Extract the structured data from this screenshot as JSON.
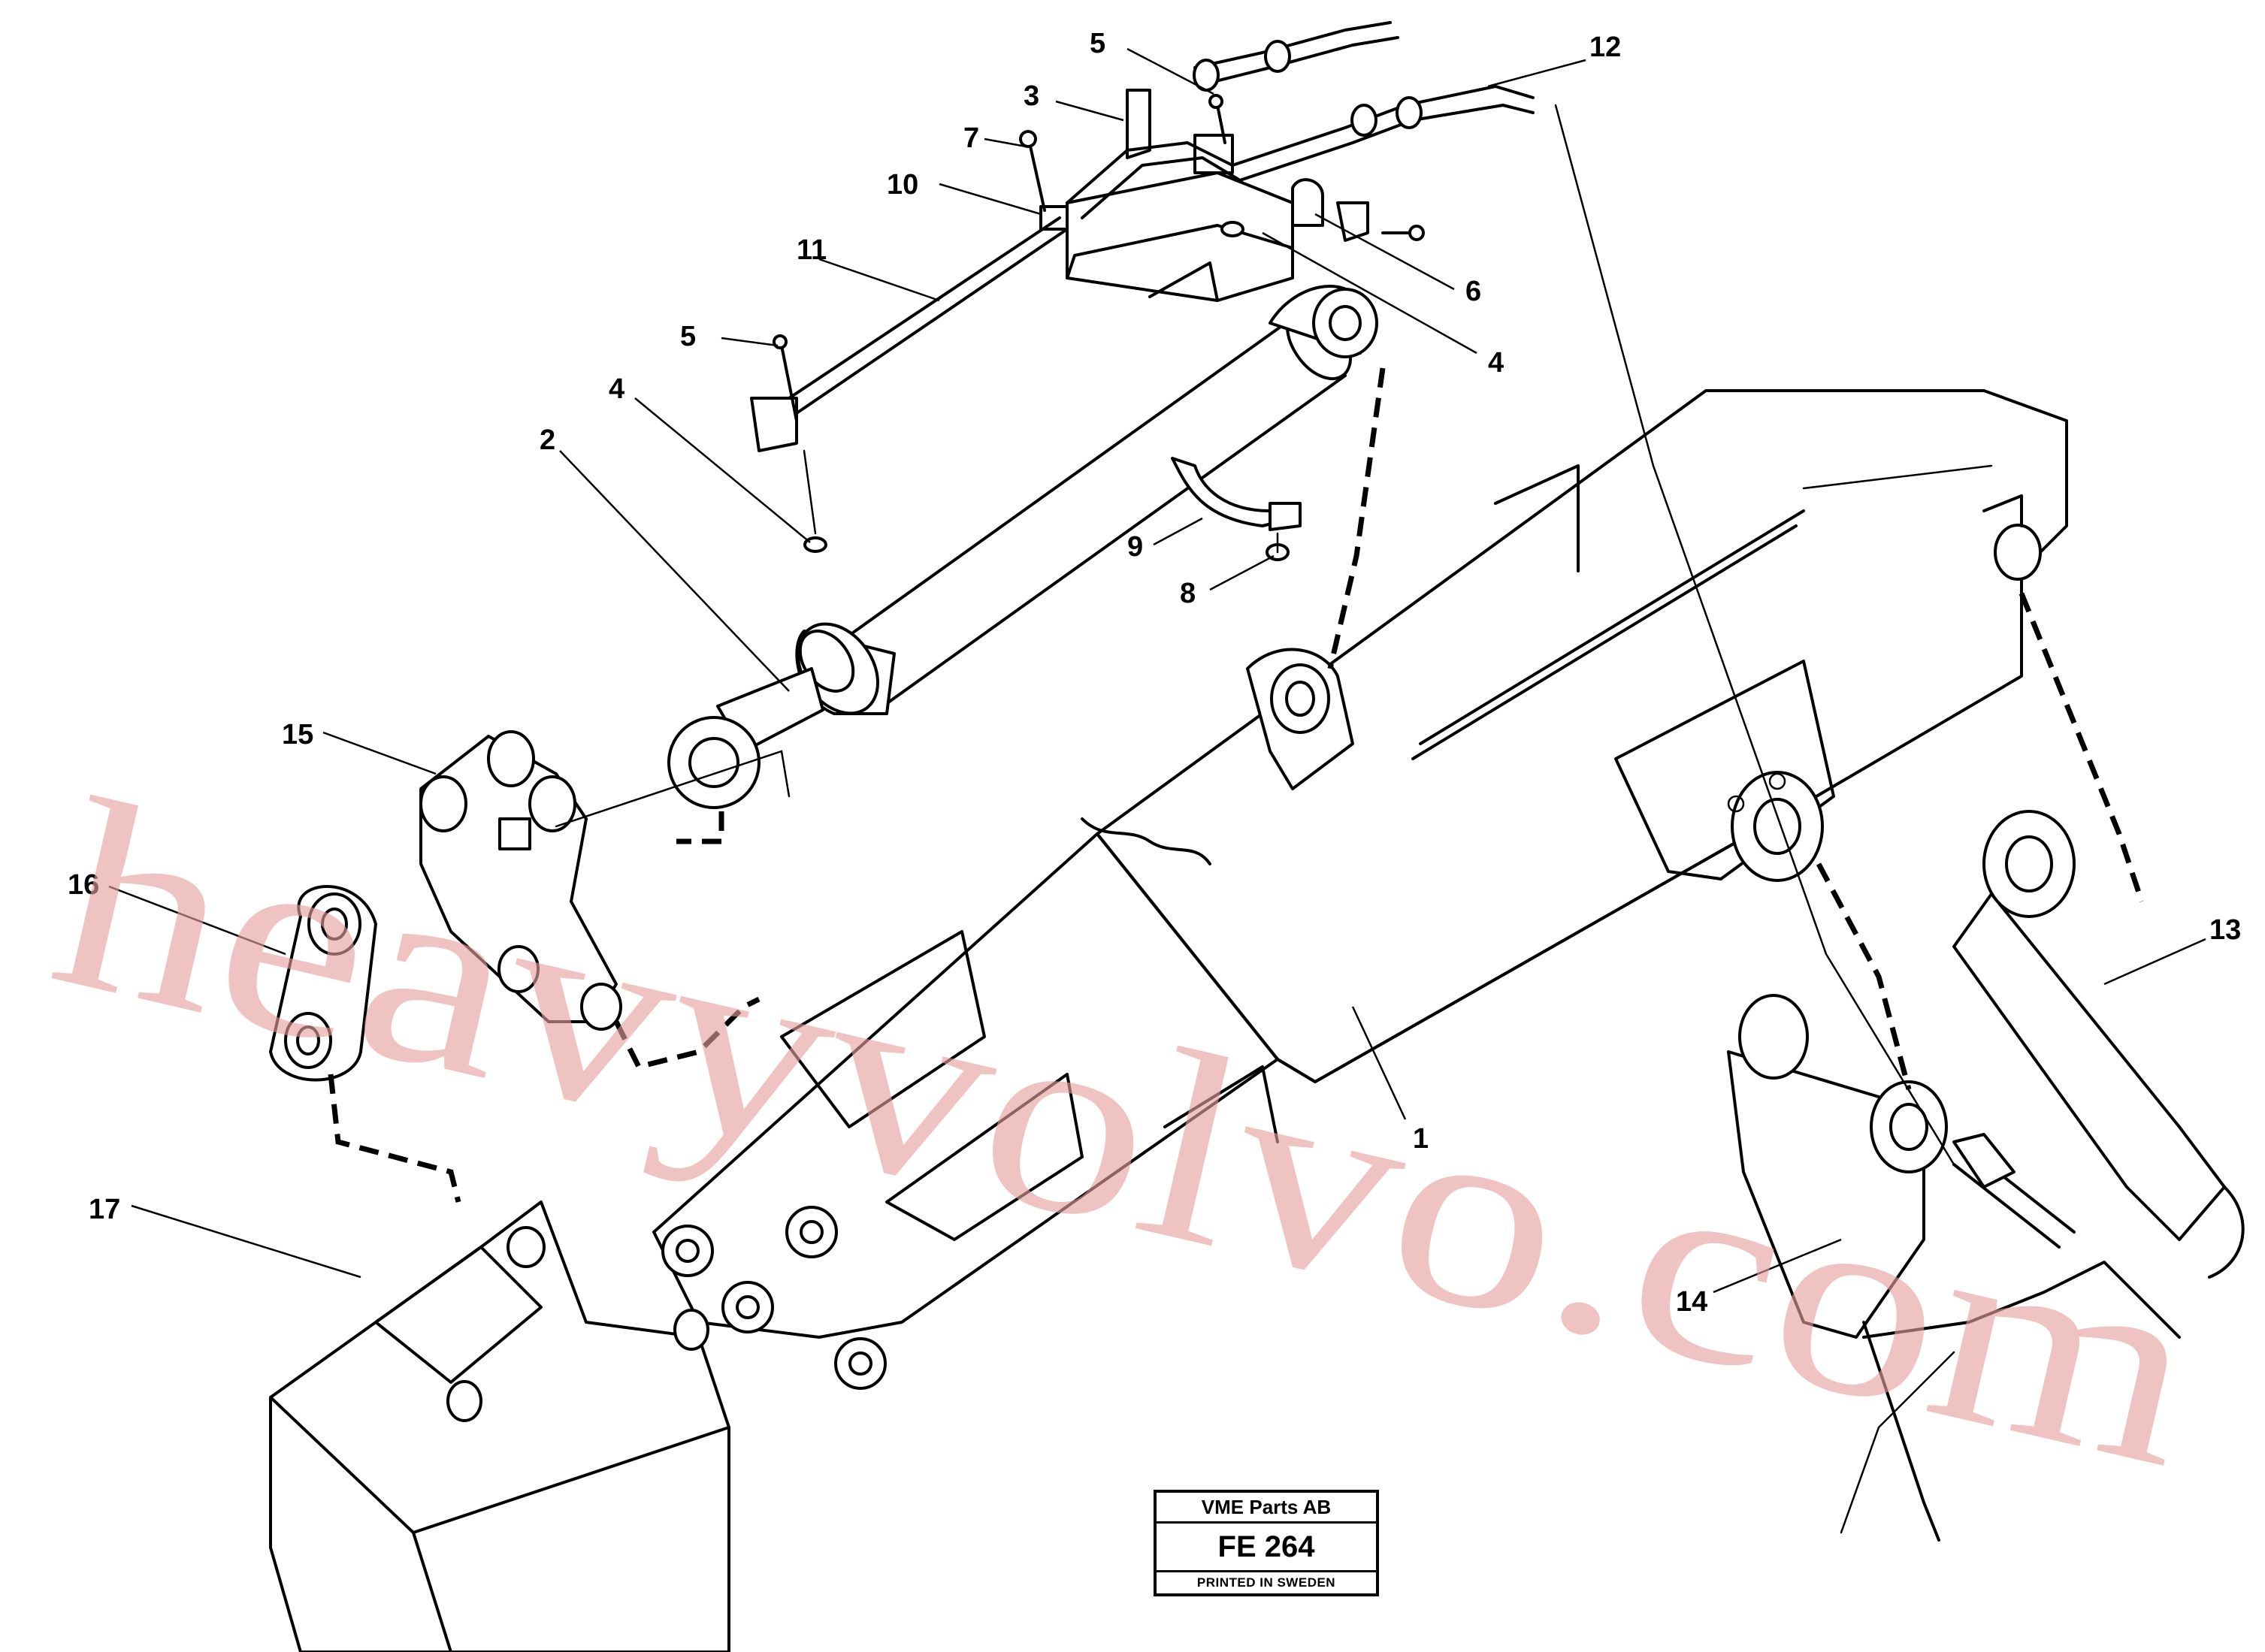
{
  "callouts": [
    {
      "id": "c1",
      "text": "1"
    },
    {
      "id": "c2",
      "text": "2"
    },
    {
      "id": "c3",
      "text": "3"
    },
    {
      "id": "c4a",
      "text": "4"
    },
    {
      "id": "c4b",
      "text": "4"
    },
    {
      "id": "c5a",
      "text": "5"
    },
    {
      "id": "c5b",
      "text": "5"
    },
    {
      "id": "c6",
      "text": "6"
    },
    {
      "id": "c7",
      "text": "7"
    },
    {
      "id": "c8",
      "text": "8"
    },
    {
      "id": "c9",
      "text": "9"
    },
    {
      "id": "c10",
      "text": "10"
    },
    {
      "id": "c11",
      "text": "11"
    },
    {
      "id": "c12",
      "text": "12"
    },
    {
      "id": "c13",
      "text": "13"
    },
    {
      "id": "c14",
      "text": "14"
    },
    {
      "id": "c15",
      "text": "15"
    },
    {
      "id": "c16",
      "text": "16"
    },
    {
      "id": "c17",
      "text": "17"
    }
  ],
  "title_block": {
    "company": "VME Parts AB",
    "code": "FE 264",
    "note": "PRINTED IN SWEDEN"
  },
  "watermark": "heavyvolvo.com",
  "colors": {
    "line": "#000000",
    "watermark": "#e8a0a0",
    "background": "#ffffff"
  }
}
